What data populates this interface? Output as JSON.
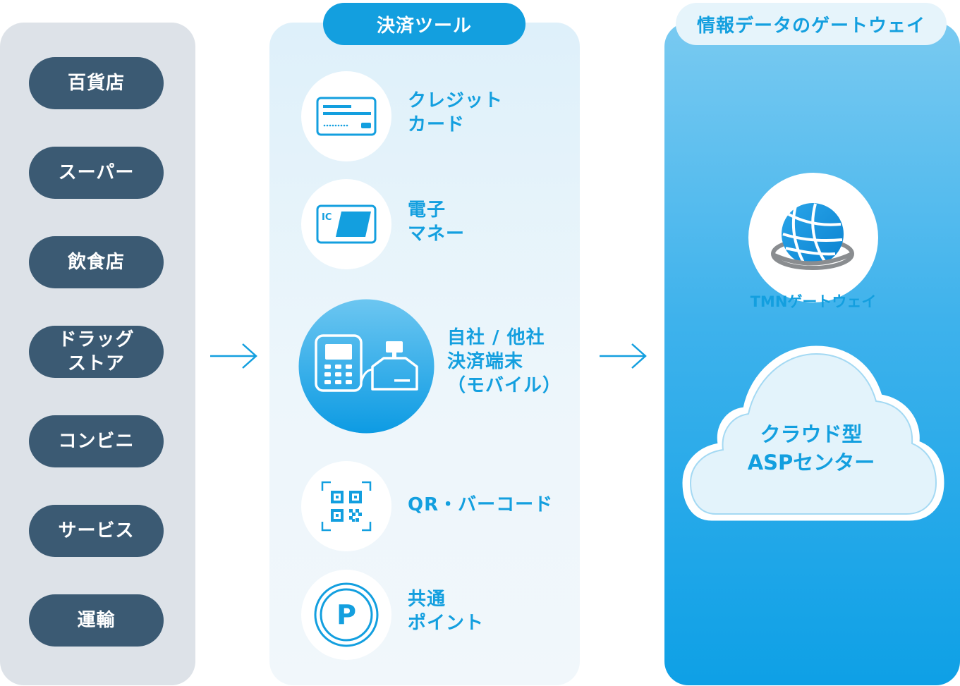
{
  "industries": [
    {
      "label": "百貨店"
    },
    {
      "label": "スーパー"
    },
    {
      "label": "飲食店"
    },
    {
      "label": "ドラッグ\nストア"
    },
    {
      "label": "コンビニ"
    },
    {
      "label": "サービス"
    },
    {
      "label": "運輸"
    }
  ],
  "tools": {
    "header": "決済ツール",
    "items": [
      {
        "label": "クレジット\nカード",
        "icon": "credit-card-icon"
      },
      {
        "label": "電子\nマネー",
        "icon": "ic-card-icon"
      },
      {
        "label": "自社 / 他社\n決済端末\n（モバイル）",
        "icon": "payment-terminal-icon"
      },
      {
        "label": "QR・バーコード",
        "icon": "qr-code-icon"
      },
      {
        "label": "共通\nポイント",
        "icon": "point-icon"
      }
    ],
    "ic_text": "IC",
    "point_text": "P"
  },
  "gateway": {
    "header": "情報データのゲートウェイ",
    "tmn_label": "TMNゲートウェイ",
    "cloud_label": "クラウド型\nASPセンター"
  },
  "colors": {
    "pill": "#3b5a73",
    "accent": "#139fdf",
    "panel_gray": "#dde2e8"
  }
}
